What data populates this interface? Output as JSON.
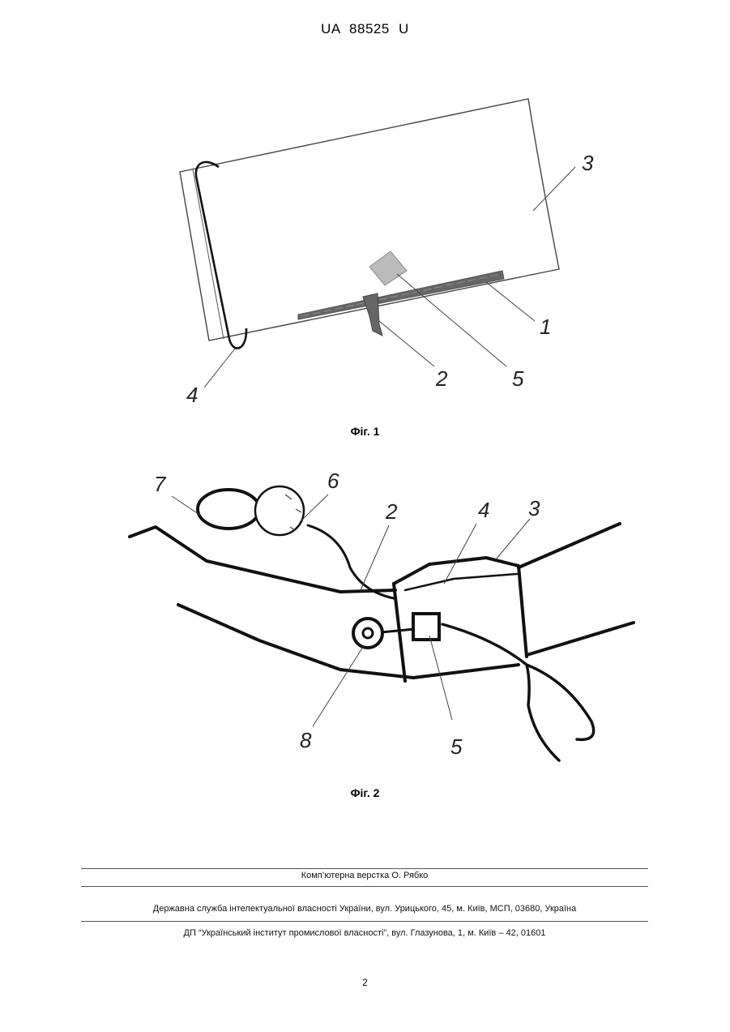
{
  "header": {
    "patent_number": "UA   88525   U"
  },
  "figure1": {
    "caption": "Фіг. 1",
    "labels": {
      "l1": "1",
      "l2": "2",
      "l3": "3",
      "l4": "4",
      "l5": "5"
    }
  },
  "figure2": {
    "caption": "Фіг. 2",
    "labels": {
      "l2": "2",
      "l3": "3",
      "l4": "4",
      "l5": "5",
      "l6": "6",
      "l7": "7",
      "l8": "8"
    }
  },
  "footer": {
    "typesetting": "Комп’ютерна верстка О. Рябко",
    "agency": "Державна служба інтелектуальної власності України, вул. Урицького, 45, м. Київ, МСП, 03680, Україна",
    "institute": "ДП “Український інститут промислової власності”, вул. Глазунова, 1, м. Київ – 42, 01601"
  },
  "page_number": "2"
}
